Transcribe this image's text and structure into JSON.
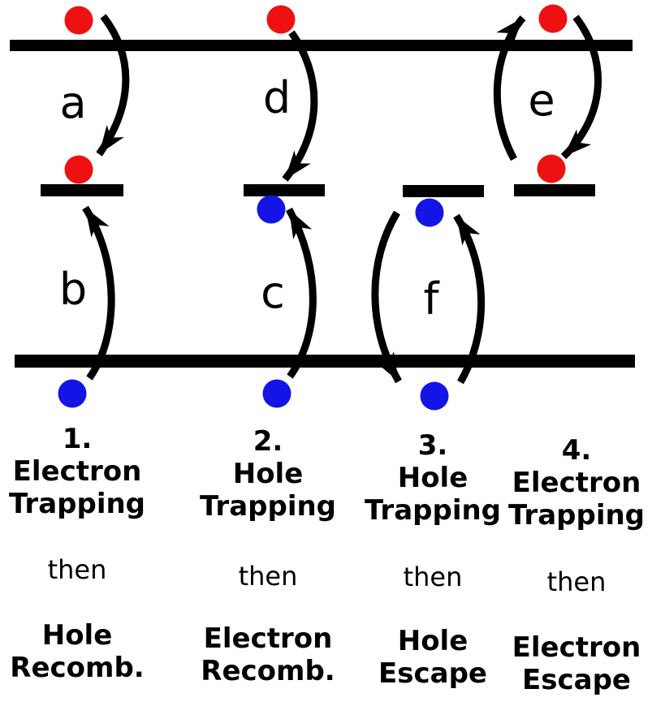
{
  "colors": {
    "electron": "#ee1111",
    "hole": "#1414e6",
    "band": "#000000"
  },
  "transitions": {
    "a": "a",
    "b": "b",
    "c": "c",
    "d": "d",
    "e": "e",
    "f": "f"
  },
  "columns": [
    {
      "number": "1.",
      "step1": [
        "Electron",
        "Trapping"
      ],
      "connector": "then",
      "step2": [
        "Hole",
        "Recomb."
      ]
    },
    {
      "number": "2.",
      "step1": [
        "Hole",
        "Trapping"
      ],
      "connector": "then",
      "step2": [
        "Electron",
        "Recomb."
      ]
    },
    {
      "number": "3.",
      "step1": [
        "Hole",
        "Trapping"
      ],
      "connector": "then",
      "step2": [
        "Hole",
        "Escape"
      ]
    },
    {
      "number": "4.",
      "step1": [
        "Electron",
        "Trapping"
      ],
      "connector": "then",
      "step2": [
        "Electron",
        "Escape"
      ]
    }
  ]
}
